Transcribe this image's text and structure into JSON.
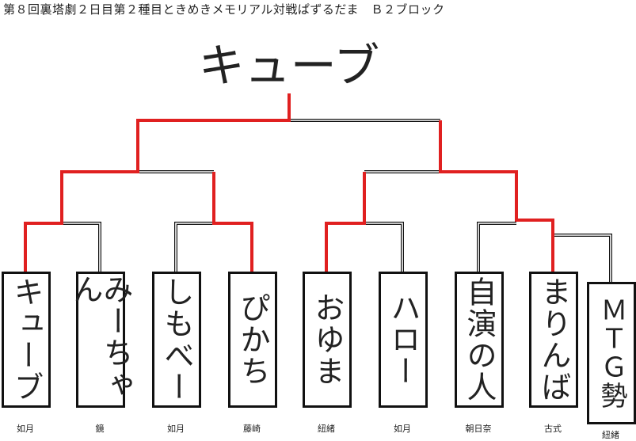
{
  "title": "第８回裏塔劇２日目第２種目ときめきメモリアル対戦ぱずるだま　Ｂ２ブロック",
  "champion": "キューブ",
  "colors": {
    "winner_line": "#e02020",
    "box_border": "#111111"
  },
  "players": [
    {
      "name": "キューブ",
      "school": "如月"
    },
    {
      "name": "みーちゃん",
      "school": "鏡"
    },
    {
      "name": "しもべー",
      "school": "如月"
    },
    {
      "name": "ぴかち",
      "school": "藤崎"
    },
    {
      "name": "おゆま",
      "school": "紐緒"
    },
    {
      "name": "ハロー",
      "school": "如月"
    },
    {
      "name": "自演の人",
      "school": "朝日奈"
    },
    {
      "name": "まりんば",
      "school": "古式"
    },
    {
      "name": "ＭＴＧ勢",
      "school": "紐緒"
    }
  ]
}
